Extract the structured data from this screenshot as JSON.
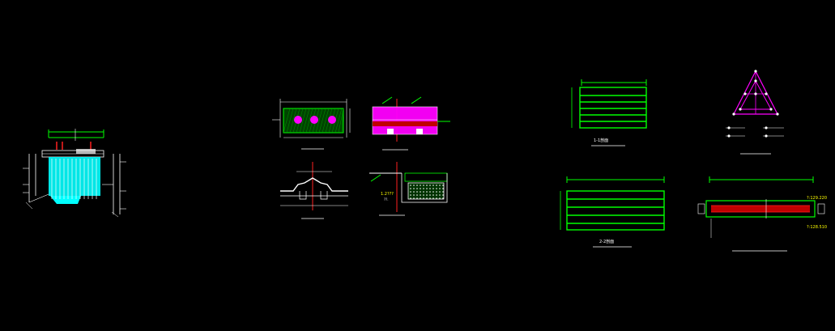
{
  "view": {
    "background": "#000000"
  },
  "colors": {
    "green": "#00ff00",
    "white": "#ffffff",
    "magenta": "#ff00ff",
    "red": "#ff2020",
    "cyan": "#00ffff",
    "yellow": "#ffff00",
    "dark_red": "#c00000"
  },
  "labels": {
    "section_1_1": "1-1剖面",
    "section_2_2": "2-2剖面",
    "elev_left": "1.2???",
    "elev_mid": "??.",
    "elev_r1": "?:129.220",
    "elev_r2": "?:128.510"
  }
}
